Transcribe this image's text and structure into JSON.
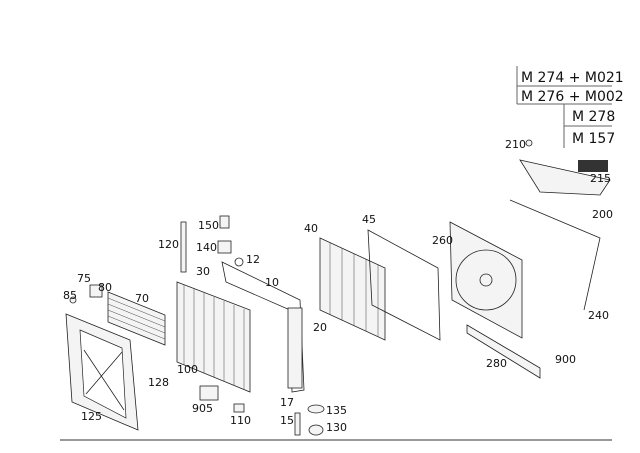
{
  "engine_table": {
    "rows": [
      "M 274 + M021",
      "M 276 + M002",
      "M 278",
      "M 157"
    ]
  },
  "callouts": {
    "p210": "210",
    "p215": "215",
    "p200": "200",
    "p260": "260",
    "p45": "45",
    "p40": "40",
    "p150": "150",
    "p140": "140",
    "p12": "12",
    "p120": "120",
    "p30": "30",
    "p10": "10",
    "p75": "75",
    "p80": "80",
    "p85": "85",
    "p70": "70",
    "p20": "20",
    "p240": "240",
    "p900": "900",
    "p280": "280",
    "p100": "100",
    "p128": "128",
    "p905": "905",
    "p110": "110",
    "p17": "17",
    "p135": "135",
    "p15": "15",
    "p130": "130",
    "p125": "125"
  }
}
